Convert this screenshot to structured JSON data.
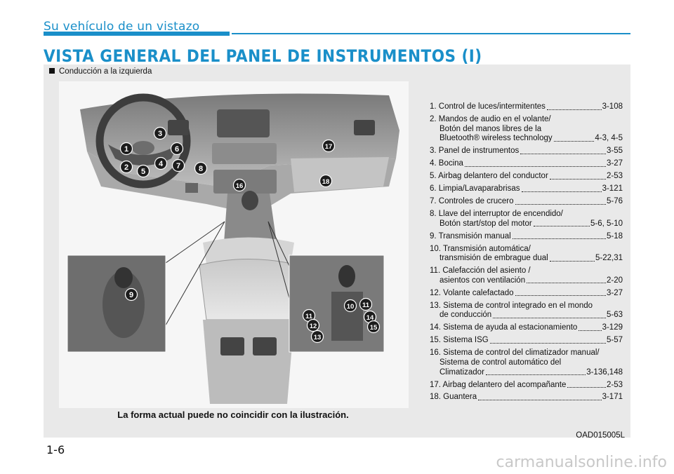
{
  "header": {
    "section_title": "Su vehículo de un vistazo",
    "page_title": "VISTA GENERAL DEL PANEL DE INSTRUMENTOS (I)"
  },
  "panel": {
    "label": "Conducción a la izquierda",
    "caption": "La forma actual puede no coincidir con la ilustración.",
    "image_code": "OAD015005L"
  },
  "callouts": [
    "1",
    "2",
    "3",
    "4",
    "5",
    "6",
    "7",
    "8",
    "9",
    "10",
    "11",
    "12",
    "13",
    "14",
    "15",
    "16",
    "17",
    "18"
  ],
  "items": [
    {
      "text": "1. Control de luces/intermitentes",
      "page": "3-108"
    },
    {
      "text": "2. Mandos de audio en el volante/",
      "sub": [
        "Botón del manos libres de la"
      ],
      "last": "Bluetooth® wireless technology",
      "page": "4-3, 4-5"
    },
    {
      "text": "3. Panel de instrumentos",
      "page": "3-55"
    },
    {
      "text": "4. Bocina",
      "page": "3-27"
    },
    {
      "text": "5. Airbag delantero del conductor",
      "page": "2-53"
    },
    {
      "text": "6. Limpia/Lavaparabrisas",
      "page": "3-121"
    },
    {
      "text": "7. Controles de crucero",
      "page": "5-76"
    },
    {
      "text": "8. Llave del interruptor de encendido/",
      "sub": [],
      "last": "Botón start/stop del motor",
      "page": "5-6, 5-10"
    },
    {
      "text": "9. Transmisión manual",
      "page": "5-18"
    },
    {
      "text": "10. Transmisión automática/",
      "sub": [],
      "last": "transmisión de embrague dual",
      "page": "5-22,31"
    },
    {
      "text": "11. Calefacción del asiento /",
      "sub": [],
      "last": "asientos con ventilación",
      "page": "2-20"
    },
    {
      "text": "12. Volante calefactado",
      "page": "3-27"
    },
    {
      "text": "13. Sistema de control integrado en el mondo",
      "sub": [],
      "last": "de conducción",
      "page": "5-63"
    },
    {
      "text": "14. Sistema de ayuda al estacionamiento",
      "page": "3-129"
    },
    {
      "text": "15. Sistema ISG",
      "page": "5-57"
    },
    {
      "text": "16. Sistema de control del climatizador manual/",
      "sub": [
        "Sistema de control automático del"
      ],
      "last": "Climatizador",
      "page": "3-136,148"
    },
    {
      "text": "17. Airbag delantero del acompañante",
      "page": "2-53"
    },
    {
      "text": "18. Guantera",
      "page": "3-171"
    }
  ],
  "footer": {
    "page_number": "1-6",
    "watermark": "carmanualsonline.info"
  },
  "colors": {
    "accent": "#1a8fc9",
    "panel_bg": "#e9e9e9",
    "badge": "#1c1c1c"
  }
}
